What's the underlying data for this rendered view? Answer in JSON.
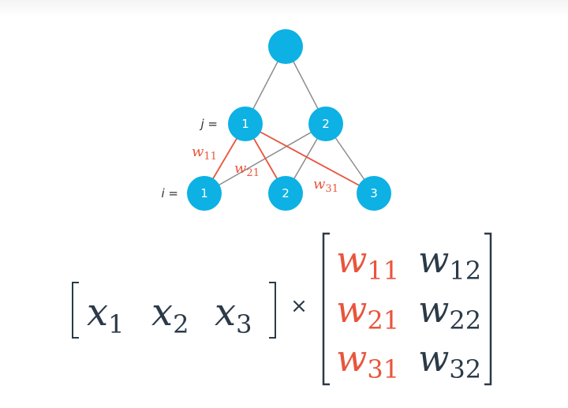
{
  "colors": {
    "node": "#0db1e4",
    "edge": "#8c8c8c",
    "highlight": "#e8553c",
    "text_dark": "#2b3a48"
  },
  "diagram": {
    "row_labels": {
      "hidden": "j =",
      "input": "i ="
    },
    "hidden_nodes": [
      "1",
      "2"
    ],
    "input_nodes": [
      "1",
      "2",
      "3"
    ],
    "weight_labels": [
      {
        "letter": "w",
        "sub": "11"
      },
      {
        "letter": "w",
        "sub": "21"
      },
      {
        "letter": "w",
        "sub": "31"
      }
    ]
  },
  "equation": {
    "vector": [
      {
        "letter": "x",
        "sub": "1"
      },
      {
        "letter": "x",
        "sub": "2"
      },
      {
        "letter": "x",
        "sub": "3"
      }
    ],
    "operator": "×",
    "matrix": [
      [
        {
          "letter": "w",
          "sub": "11",
          "highlight": true
        },
        {
          "letter": "w",
          "sub": "12",
          "highlight": false
        }
      ],
      [
        {
          "letter": "w",
          "sub": "21",
          "highlight": true
        },
        {
          "letter": "w",
          "sub": "22",
          "highlight": false
        }
      ],
      [
        {
          "letter": "w",
          "sub": "31",
          "highlight": true
        },
        {
          "letter": "w",
          "sub": "32",
          "highlight": false
        }
      ]
    ]
  }
}
